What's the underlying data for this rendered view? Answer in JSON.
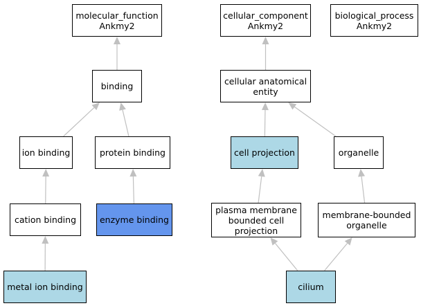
{
  "colors": {
    "edge": "#c0c0c0",
    "node_border": "#000000",
    "node_fill": "#ffffff",
    "highlight_light": "#add8e6",
    "highlight_strong": "#6495ed"
  },
  "nodes": {
    "molecular_function": {
      "label": "molecular_function\nAnkmy2"
    },
    "cellular_component": {
      "label": "cellular_component\nAnkmy2"
    },
    "biological_process": {
      "label": "biological_process\nAnkmy2"
    },
    "binding": {
      "label": "binding"
    },
    "cellular_anatomical_entity": {
      "label": "cellular anatomical\nentity"
    },
    "ion_binding": {
      "label": "ion binding"
    },
    "protein_binding": {
      "label": "protein binding"
    },
    "cell_projection": {
      "label": "cell projection"
    },
    "organelle": {
      "label": "organelle"
    },
    "cation_binding": {
      "label": "cation binding"
    },
    "enzyme_binding": {
      "label": "enzyme binding"
    },
    "plasma_membrane_bounded_cell_projection": {
      "label": "plasma membrane\nbounded cell\nprojection"
    },
    "membrane_bounded_organelle": {
      "label": "membrane-bounded\norganelle"
    },
    "metal_ion_binding": {
      "label": "metal ion binding"
    },
    "cilium": {
      "label": "cilium"
    }
  },
  "edges": [
    {
      "from": "binding",
      "to": "molecular_function"
    },
    {
      "from": "ion_binding",
      "to": "binding"
    },
    {
      "from": "protein_binding",
      "to": "binding"
    },
    {
      "from": "cation_binding",
      "to": "ion_binding"
    },
    {
      "from": "enzyme_binding",
      "to": "protein_binding"
    },
    {
      "from": "metal_ion_binding",
      "to": "cation_binding"
    },
    {
      "from": "cellular_anatomical_entity",
      "to": "cellular_component"
    },
    {
      "from": "cell_projection",
      "to": "cellular_anatomical_entity"
    },
    {
      "from": "organelle",
      "to": "cellular_anatomical_entity"
    },
    {
      "from": "plasma_membrane_bounded_cell_projection",
      "to": "cell_projection"
    },
    {
      "from": "membrane_bounded_organelle",
      "to": "organelle"
    },
    {
      "from": "cilium",
      "to": "plasma_membrane_bounded_cell_projection"
    },
    {
      "from": "cilium",
      "to": "membrane_bounded_organelle"
    }
  ]
}
